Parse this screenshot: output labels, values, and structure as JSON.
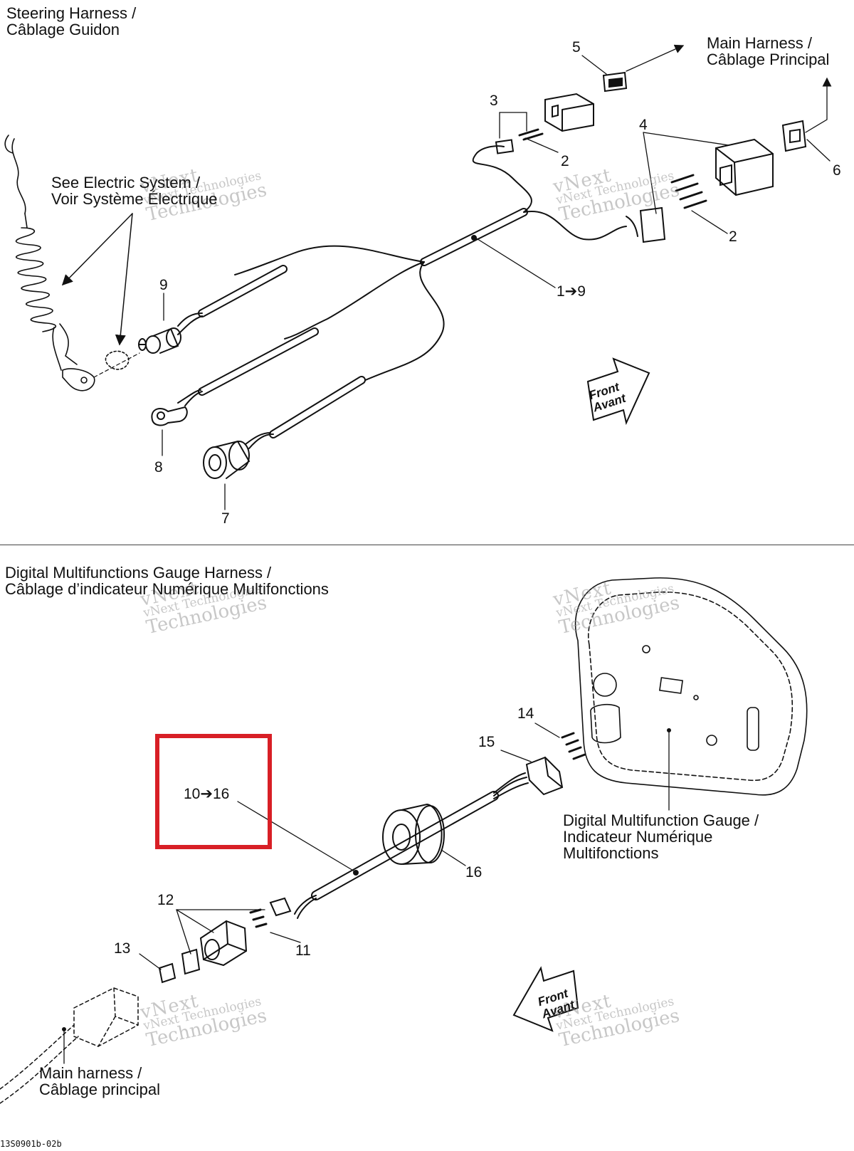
{
  "top_section": {
    "title_line1": "Steering Harness /",
    "title_line2": "Câblage Guidon",
    "see_electric_line1": "See Electric System /",
    "see_electric_line2": "Voir Système Électrique",
    "main_harness_line1": "Main Harness  /",
    "main_harness_line2": "Câblage Principal",
    "callouts": {
      "c1": "1➔9",
      "c2a": "2",
      "c2b": "2",
      "c3": "3",
      "c4": "4",
      "c5": "5",
      "c6": "6",
      "c7": "7",
      "c8": "8",
      "c9": "9"
    },
    "front_line1": "Front",
    "front_line2": "Avant"
  },
  "bottom_section": {
    "title_line1": "Digital Multifunctions Gauge Harness /",
    "title_line2": "Câblage d’indicateur Numérique Multifonctions",
    "gauge_line1": "Digital Multifunction Gauge /",
    "gauge_line2": "Indicateur Numérique",
    "gauge_line3": "Multifonctions",
    "main_harness_line1": "Main harness /",
    "main_harness_line2": "Câblage principal",
    "callouts": {
      "c10": "10➔16",
      "c11": "11",
      "c12": "12",
      "c13": "13",
      "c14": "14",
      "c15": "15",
      "c16": "16"
    },
    "front_line1": "Front",
    "front_line2": "Avant"
  },
  "watermark": {
    "line1": "vNext",
    "line2": "vNext Technologies",
    "line3": "Technologies"
  },
  "footer_code": "13S0901b-02b",
  "colors": {
    "highlight": "#d81f26",
    "line": "#111111"
  }
}
